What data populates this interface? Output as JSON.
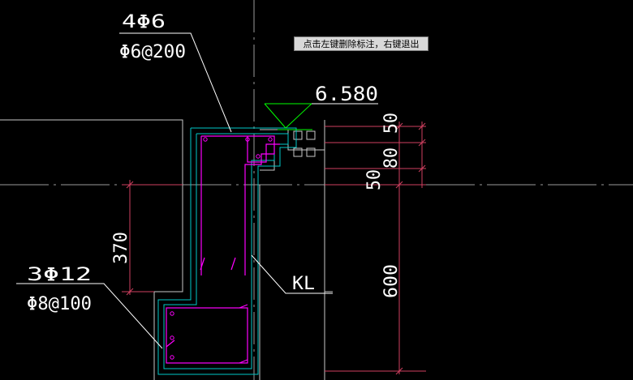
{
  "tooltip": {
    "text": "点击左键删除标注，右键退出"
  },
  "annotations": {
    "top_bars": "4Φ6",
    "top_stirrup": "Φ6@200",
    "bottom_bars": "3Φ12",
    "bottom_stirrup": "Φ8@100",
    "elevation": "6.580",
    "beam_label": "KL"
  },
  "dimensions": {
    "left_height": "370",
    "right_total": "600",
    "seg_top": "50",
    "seg_mid": "80",
    "seg_low": "50"
  },
  "colors": {
    "background": "#000000",
    "outline": "#c8c8c8",
    "concrete": "#00c8c8",
    "rebar": "#ff00ff",
    "level": "#00ff00",
    "text": "#ffffff",
    "dimension": "#d04060"
  }
}
